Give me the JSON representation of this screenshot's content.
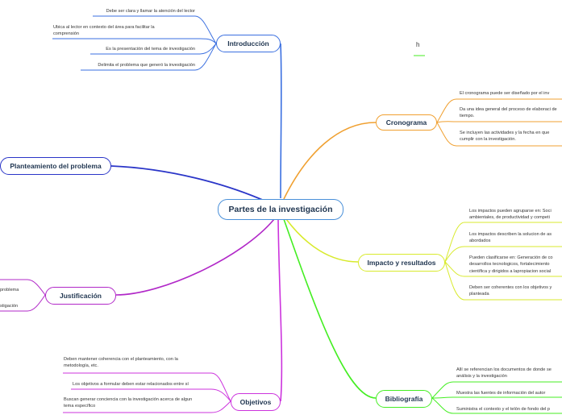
{
  "central": "Partes de la investigación",
  "stray_text": "h",
  "colors": {
    "introduccion": "#3a6fe0",
    "planteamiento": "#2a35c8",
    "justificacion": "#b128c8",
    "objetivos": "#cc33dd",
    "cronograma": "#f0a030",
    "impacto": "#d8ea2c",
    "bibliografia": "#44ee22",
    "central": "#4a90d9"
  },
  "branches": {
    "introduccion": {
      "label": "Introducción",
      "leaves": [
        "Debe ser clara y llamar la atención del lector",
        "Ubica al lector en contexto del área para facilitar la comprensión",
        "Es la presentación del tema de investigación",
        "Delimita el problema que generó la investigación"
      ]
    },
    "planteamiento": {
      "label": "Planteamiento del problema"
    },
    "justificacion": {
      "label": "Justificación",
      "leaves": [
        "problema",
        "stigación"
      ]
    },
    "objetivos": {
      "label": "Objetivos",
      "leaves": [
        "Deben mantener coherencia con el planteamiento, con la metodología, etc.",
        "Los objetivos a formular deben estar relacionados entre sí",
        "Buscan generar conciencia con la investigación acerca de algun tema específico"
      ]
    },
    "cronograma": {
      "label": "Cronograma",
      "leaves": [
        "El cronograma puede ser diseñado por el inv",
        "Da una idea general del proceso de elaboraci de tiempo.",
        "Se incluyen las actividades y la fecha en que cumplir con la investigación."
      ]
    },
    "impacto": {
      "label": "Impacto y resultados",
      "leaves": [
        "Los impactos pueden agruparse en: Soci ambientales, de productividad y competi",
        "Los impactos describen la solucion de as abordados",
        "Pueden clasificarse en: Generación de co desarrollos tecnologicos, fortalecimiento científica y dirigidos a lapropiacion social",
        "Deben ser coherentes con los objetivos y planteada"
      ]
    },
    "bibliografia": {
      "label": "Bibliografía",
      "leaves": [
        "Allí se referencian los documentos de donde se análisis y la investigación",
        "Muestra las fuentes de información del autor",
        "Suministra el contexto y el telón de fondo del p"
      ]
    }
  }
}
